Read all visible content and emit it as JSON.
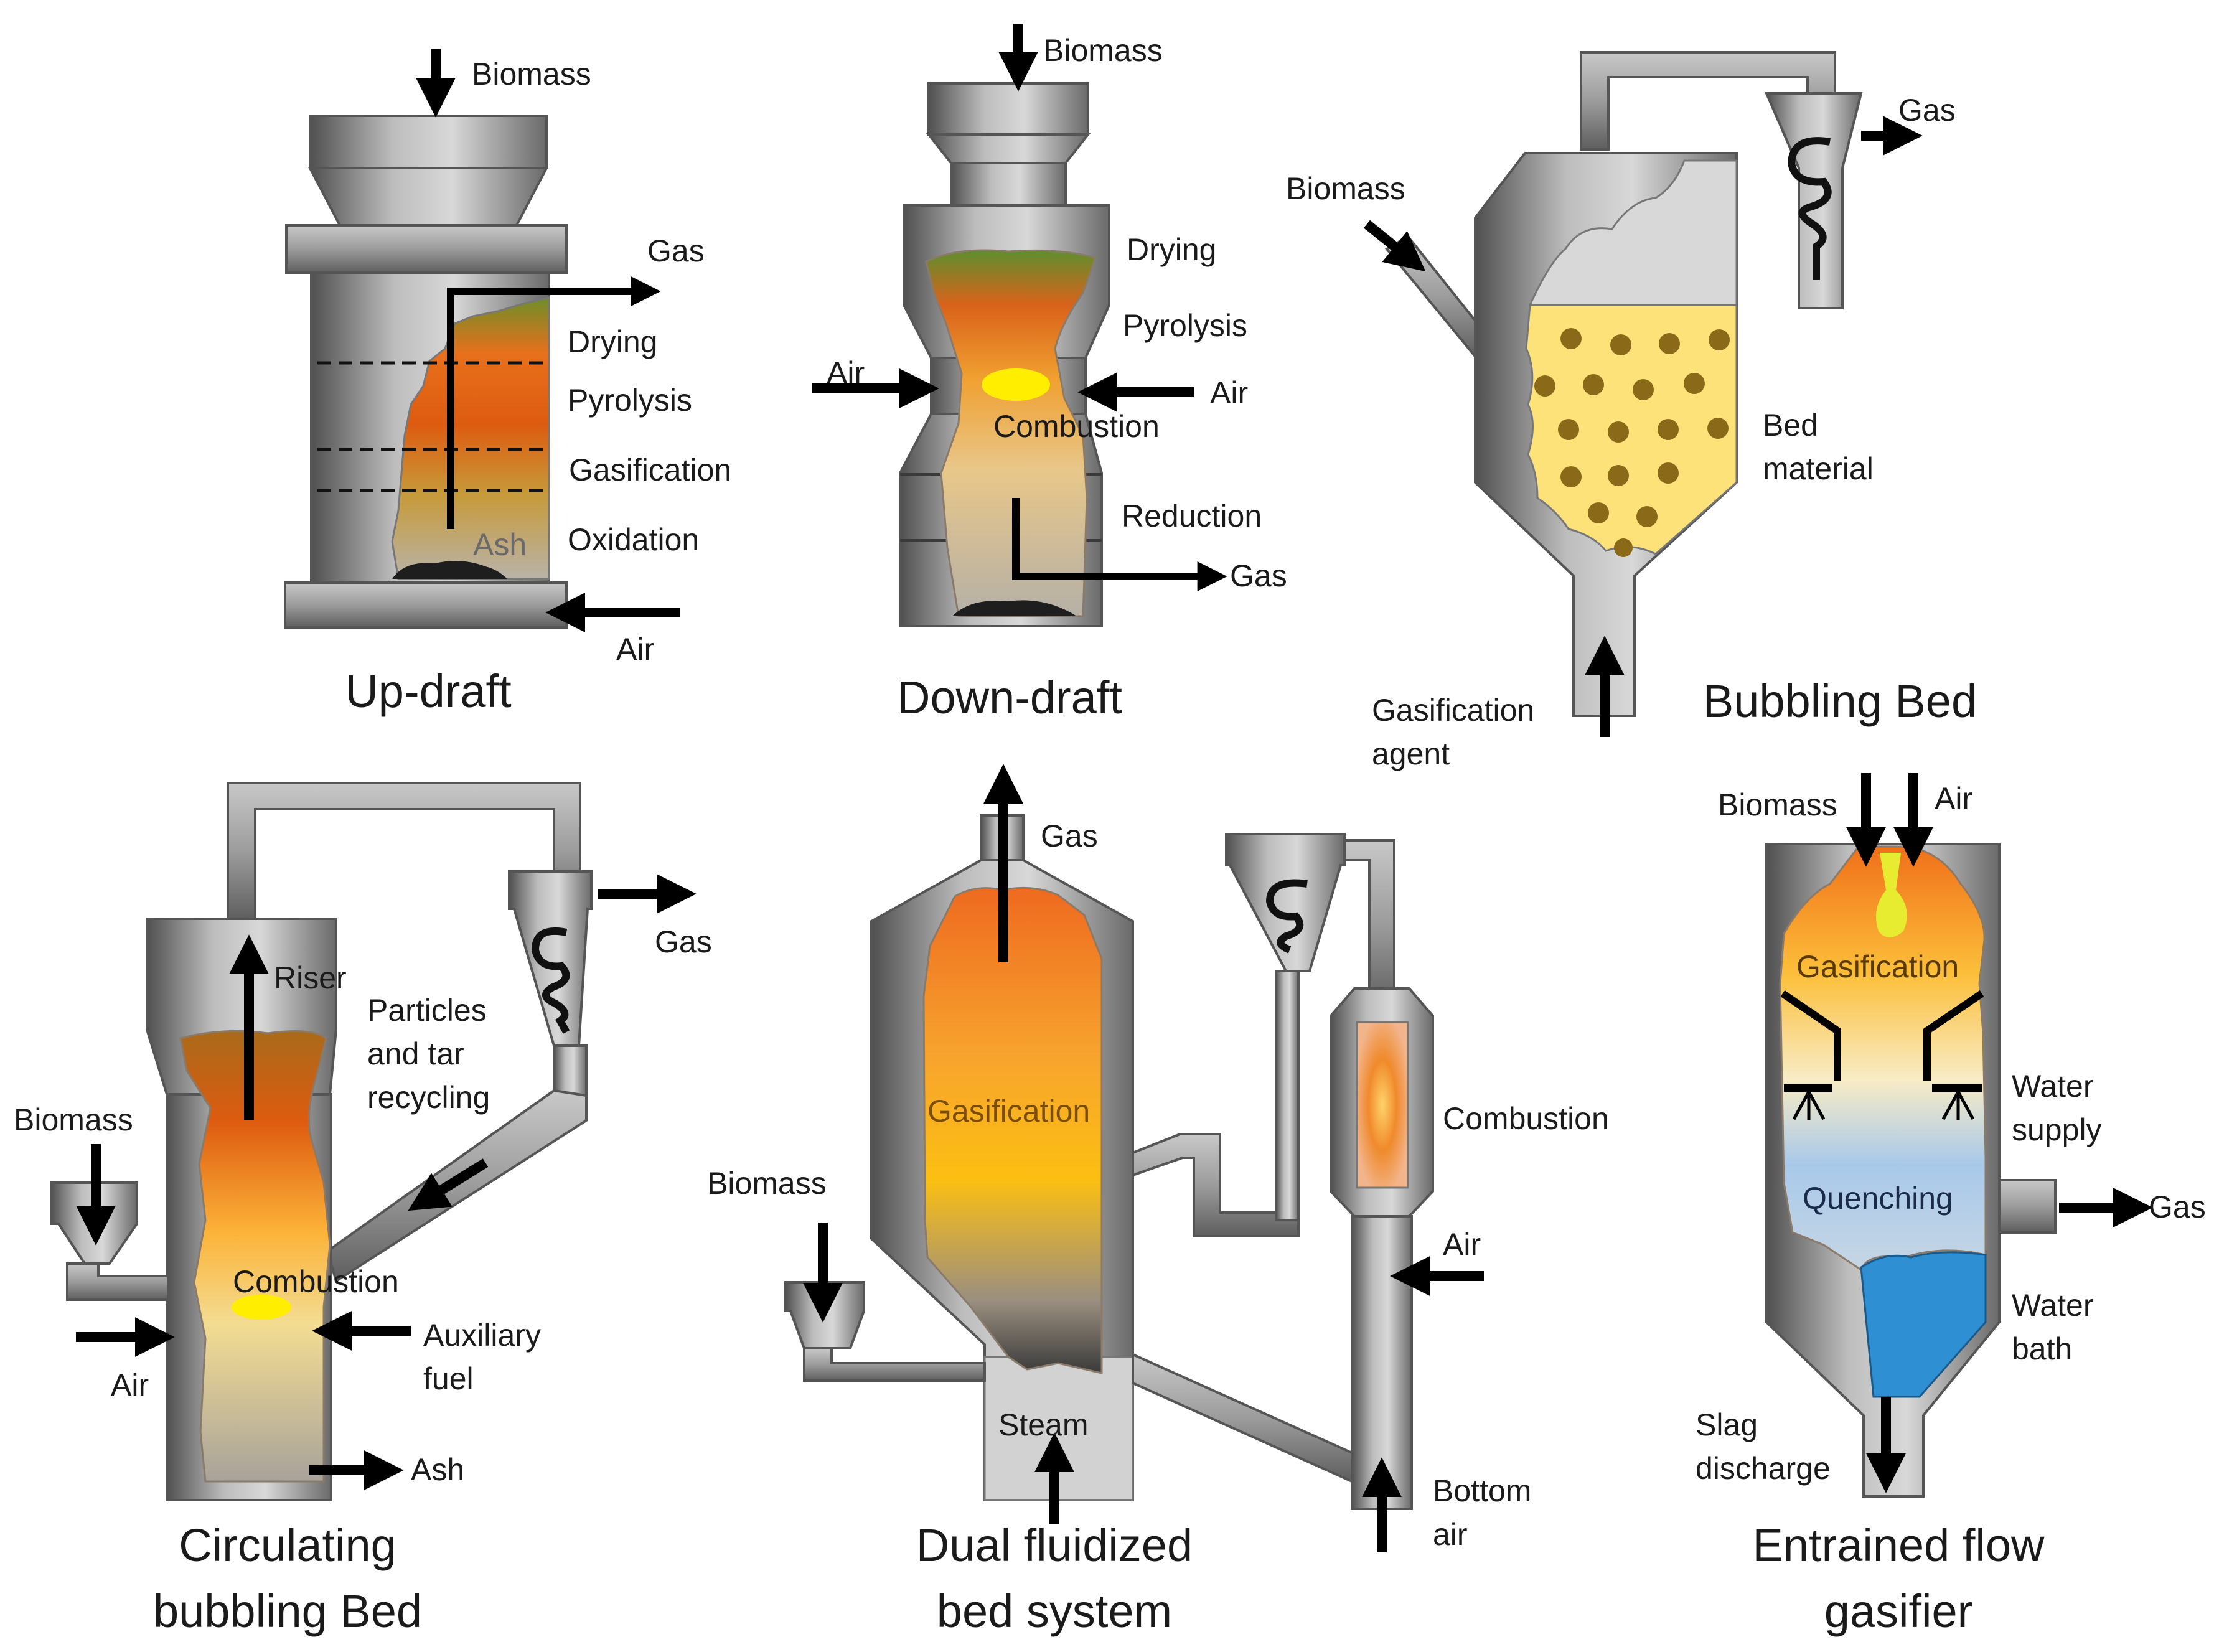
{
  "updraft": {
    "title": "Up-draft",
    "biomass": "Biomass",
    "gas": "Gas",
    "drying": "Drying",
    "pyrolysis": "Pyrolysis",
    "gasification": "Gasification",
    "oxidation": "Oxidation",
    "ash": "Ash",
    "air": "Air"
  },
  "downdraft": {
    "title": "Down-draft",
    "biomass": "Biomass",
    "drying": "Drying",
    "pyrolysis": "Pyrolysis",
    "air_left": "Air",
    "air_right": "Air",
    "combustion": "Combustion",
    "reduction": "Reduction",
    "gas": "Gas"
  },
  "bubbling": {
    "title": "Bubbling Bed",
    "biomass": "Biomass",
    "gas": "Gas",
    "bed_material_1": "Bed",
    "bed_material_2": "material",
    "agent_1": "Gasification",
    "agent_2": "agent"
  },
  "circulating": {
    "title_1": "Circulating",
    "title_2": "bubbling Bed",
    "riser": "Riser",
    "recycle_1": "Particles",
    "recycle_2": "and tar",
    "recycle_3": "recycling",
    "gas": "Gas",
    "biomass": "Biomass",
    "air": "Air",
    "combustion": "Combustion",
    "aux_1": "Auxiliary",
    "aux_2": "fuel",
    "ash": "Ash"
  },
  "dual": {
    "title_1": "Dual fluidized",
    "title_2": "bed system",
    "gas": "Gas",
    "gasification": "Gasification",
    "biomass": "Biomass",
    "steam": "Steam",
    "combustion": "Combustion",
    "air": "Air",
    "bottom_air_1": "Bottom",
    "bottom_air_2": "air"
  },
  "entrained": {
    "title_1": "Entrained flow",
    "title_2": "gasifier",
    "biomass": "Biomass",
    "air": "Air",
    "gasification": "Gasification",
    "water_supply_1": "Water",
    "water_supply_2": "supply",
    "quenching": "Quenching",
    "gas": "Gas",
    "water_bath_1": "Water",
    "water_bath_2": "bath",
    "slag_1": "Slag",
    "slag_2": "discharge"
  },
  "colors": {
    "metal_dark": "#6e6e6e",
    "metal_light": "#d4d4d4",
    "flame_orange": "#e8701c",
    "flame_yellow": "#ffe600",
    "bed_yellow": "#fde27a",
    "quench_blue": "#a9c9ea",
    "water_blue": "#2e8fd3"
  }
}
